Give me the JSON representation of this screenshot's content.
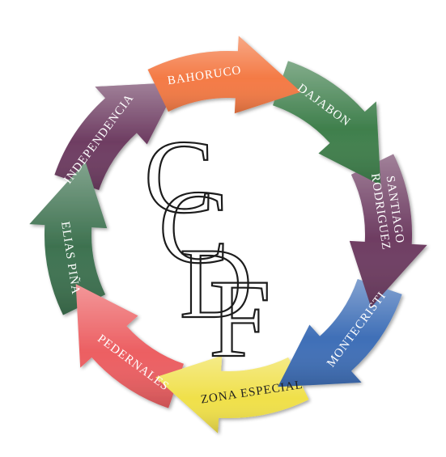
{
  "diagram": {
    "segments": [
      {
        "label": "BAHORUCO",
        "color": "#f47a45"
      },
      {
        "label": "DAJABON",
        "color": "#3f7f4c"
      },
      {
        "label": "SANTIAGO",
        "label2": "RODRIGUEZ",
        "color": "#6e3d62"
      },
      {
        "label": "MONTECRISTI",
        "color": "#3f6fb7"
      },
      {
        "label": "ZONA ESPECIAL",
        "color": "#f0e04a"
      },
      {
        "label": "PEDERNALES",
        "color": "#ec5f62"
      },
      {
        "label": "ELIAS PIÑA",
        "color": "#3e7250"
      },
      {
        "label": "INDEPENDENCIA",
        "color": "#6e3d62"
      }
    ],
    "logo_letters": [
      "C",
      "C",
      "D",
      "F"
    ]
  }
}
